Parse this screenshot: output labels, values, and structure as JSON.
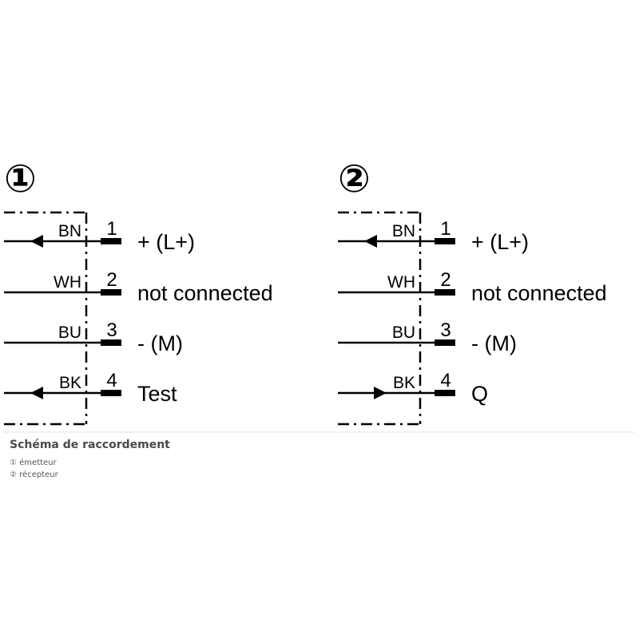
{
  "figure": {
    "panels": [
      {
        "badge": "①",
        "wires": [
          {
            "color": "BN",
            "pin": "1",
            "label": "+ (L+)",
            "arrow": "left"
          },
          {
            "color": "WH",
            "pin": "2",
            "label": "not connected",
            "arrow": "none"
          },
          {
            "color": "BU",
            "pin": "3",
            "label": "- (M)",
            "arrow": "none"
          },
          {
            "color": "BK",
            "pin": "4",
            "label": "Test",
            "arrow": "left"
          }
        ]
      },
      {
        "badge": "②",
        "wires": [
          {
            "color": "BN",
            "pin": "1",
            "label": "+ (L+)",
            "arrow": "left"
          },
          {
            "color": "WH",
            "pin": "2",
            "label": "not connected",
            "arrow": "none"
          },
          {
            "color": "BU",
            "pin": "3",
            "label": "- (M)",
            "arrow": "none"
          },
          {
            "color": "BK",
            "pin": "4",
            "label": "Q",
            "arrow": "right"
          }
        ]
      }
    ]
  },
  "caption": {
    "title": "Schéma de raccordement",
    "legend": [
      "① émetteur",
      "② récepteur"
    ]
  }
}
